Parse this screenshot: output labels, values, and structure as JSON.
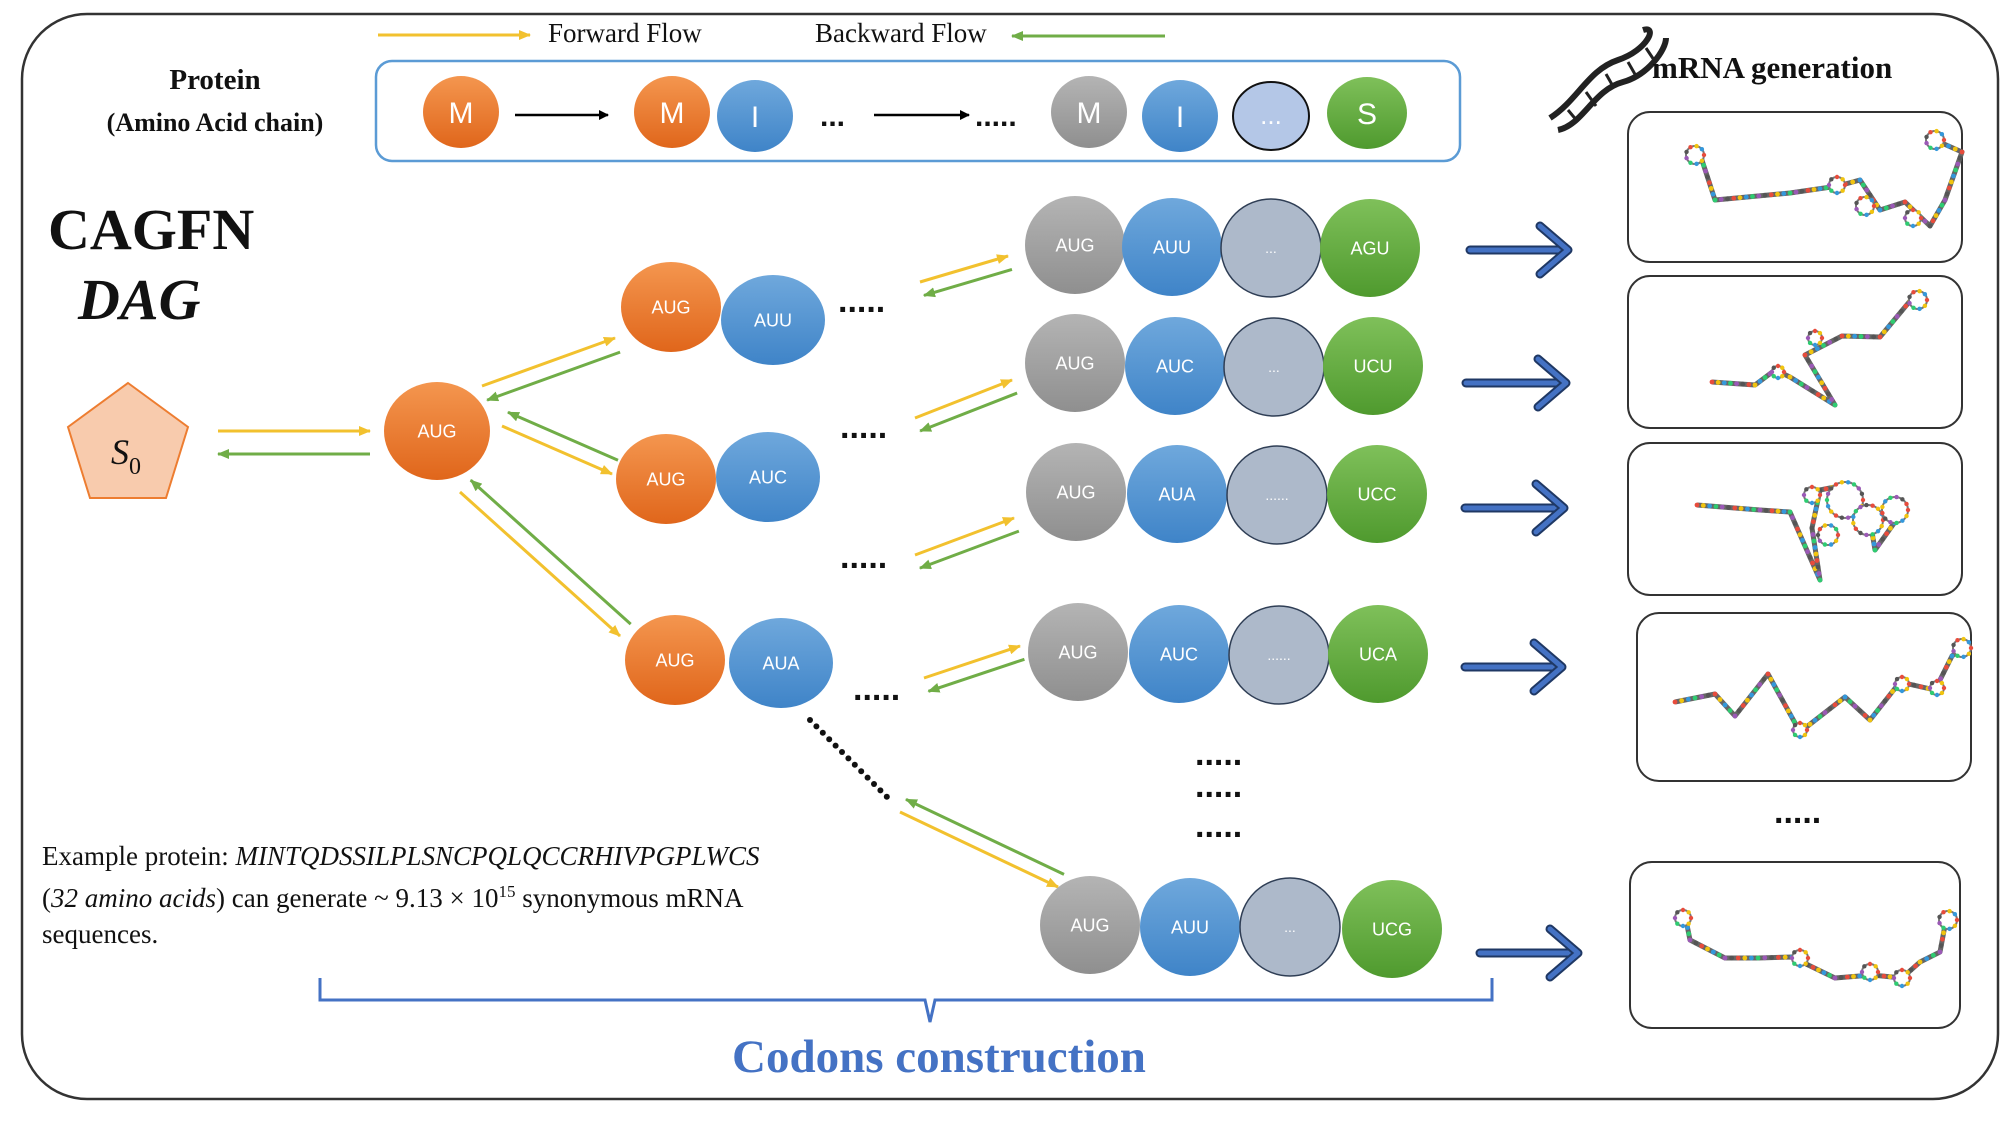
{
  "legend": {
    "forward_label": "Forward Flow",
    "backward_label": "Backward Flow",
    "forward_color": "#f2c12e",
    "backward_color": "#70ad47"
  },
  "protein": {
    "title": "Protein",
    "subtitle": "(Amino Acid chain)",
    "chain_steps": [
      [
        "M"
      ],
      [
        "M",
        "I",
        "..."
      ],
      [
        "....."
      ],
      [
        "M",
        "I",
        "...",
        "S"
      ]
    ]
  },
  "model": {
    "name": "CAGFN",
    "graph_type": "DAG"
  },
  "start_state": {
    "symbol": "S",
    "subscript": "0"
  },
  "dag": {
    "root": "AUG",
    "level2": [
      [
        "AUG",
        "AUU"
      ],
      [
        "AUG",
        "AUC"
      ],
      [
        "AUG",
        "AUA"
      ]
    ],
    "level2_ellipsis": "....."
  },
  "terminal_sequences": [
    [
      "AUG",
      "AUU",
      "...",
      "AGU"
    ],
    [
      "AUG",
      "AUC",
      "...",
      "UCU"
    ],
    [
      "AUG",
      "AUA",
      "......",
      "UCC"
    ],
    [
      "AUG",
      "AUC",
      "......",
      "UCA"
    ],
    [
      "AUG",
      "AUU",
      "...",
      "UCG"
    ]
  ],
  "terminal_ellipsis": ".....",
  "mrna_generation": {
    "title": "mRNA generation",
    "ellipsis": "....."
  },
  "example": {
    "prefix": "Example protein: ",
    "sequence": "MINTQDSSILPLSNCPQLQCCRHIVPGPLWCS",
    "length_open": "(",
    "length_text": "32 amino acids",
    "mid": ") can generate ~ 9.13 × 10",
    "exponent": "15",
    "suffix": " synonymous mRNA sequences."
  },
  "codons_label": "Codons construction",
  "colors": {
    "orange": "#ed7d31",
    "blue": "#5b9bd5",
    "gray": "#a5a5a5",
    "lightgray": "#adb9ca",
    "green": "#70ad47",
    "accent_blue": "#4472c4",
    "start_fill": "#f8cbad"
  }
}
